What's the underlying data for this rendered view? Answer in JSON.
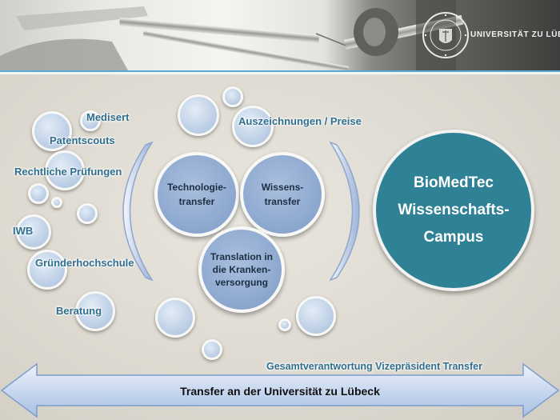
{
  "header": {
    "university_name": "UNIVERSITÄT ZU LÜBECK",
    "seal_text": "SIGILLUM UNIVERSITATIS LUBECENSIS"
  },
  "colors": {
    "label_text": "#2f6e8e",
    "campus_fill": "#2f8196",
    "bubble_fill": "#c2d3e8",
    "core_bubble_fill": "#90aad1",
    "header_rule": "#5aa9d6"
  },
  "left_labels": {
    "medisert": "Medisert",
    "patentscouts": "Patentscouts",
    "rechtliche": "Rechtliche Prüfungen",
    "iwb": "IWB",
    "gruender": "Gründerhochschule",
    "beratung": "Beratung"
  },
  "top_label": "Auszeichnungen / Preise",
  "core": {
    "technologie": [
      "Technologie-",
      "transfer"
    ],
    "wissens": [
      "Wissens-",
      "transfer"
    ],
    "translation": [
      "Translation in",
      "die Kranken-",
      "versorgung"
    ]
  },
  "campus": {
    "lines": [
      "BioMedTec",
      "Wissenschafts-",
      "Campus"
    ]
  },
  "responsibility": "Gesamtverantwortung  Vizepräsident Transfer",
  "arrow_label": "Transfer an der Universität zu Lübeck"
}
